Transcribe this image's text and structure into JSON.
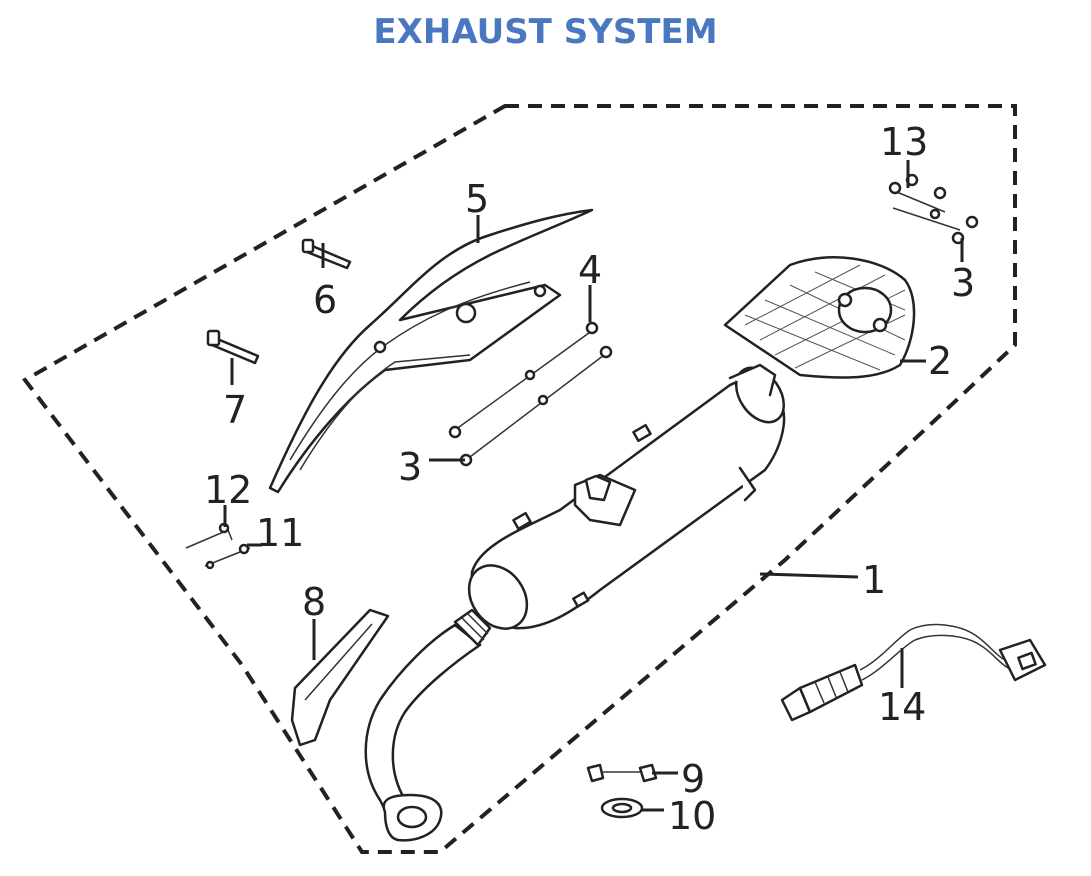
{
  "title": "EXHAUST SYSTEM",
  "colors": {
    "title": "#4a78c0",
    "lines": "#222222"
  },
  "callouts": [
    {
      "id": "c1",
      "text": "1"
    },
    {
      "id": "c2",
      "text": "2"
    },
    {
      "id": "c3a",
      "text": "3"
    },
    {
      "id": "c3b",
      "text": "3"
    },
    {
      "id": "c4",
      "text": "4"
    },
    {
      "id": "c5",
      "text": "5"
    },
    {
      "id": "c6",
      "text": "6"
    },
    {
      "id": "c7",
      "text": "7"
    },
    {
      "id": "c8",
      "text": "8"
    },
    {
      "id": "c9",
      "text": "9"
    },
    {
      "id": "c10",
      "text": "10"
    },
    {
      "id": "c11",
      "text": "11"
    },
    {
      "id": "c12",
      "text": "12"
    },
    {
      "id": "c13",
      "text": "13"
    },
    {
      "id": "c14",
      "text": "14"
    }
  ]
}
